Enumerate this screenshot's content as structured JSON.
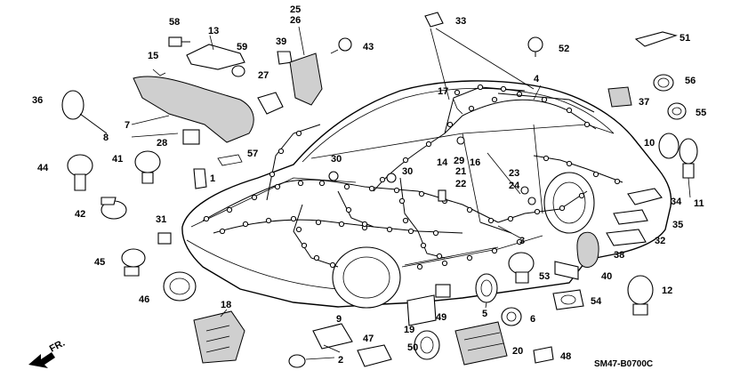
{
  "diagram_code": "SM47-B0700C",
  "direction_label": "FR.",
  "callouts": [
    "1",
    "2",
    "3",
    "4",
    "5",
    "6",
    "7",
    "8",
    "9",
    "10",
    "11",
    "12",
    "13",
    "14",
    "15",
    "16",
    "17",
    "18",
    "19",
    "20",
    "21",
    "22",
    "23",
    "24",
    "25",
    "26",
    "27",
    "28",
    "29",
    "30",
    "31",
    "32",
    "33",
    "34",
    "35",
    "36",
    "37",
    "38",
    "39",
    "40",
    "41",
    "42",
    "43",
    "44",
    "45",
    "46",
    "47",
    "48",
    "49",
    "50",
    "51",
    "52",
    "53",
    "54",
    "55",
    "56",
    "57",
    "58",
    "59"
  ]
}
